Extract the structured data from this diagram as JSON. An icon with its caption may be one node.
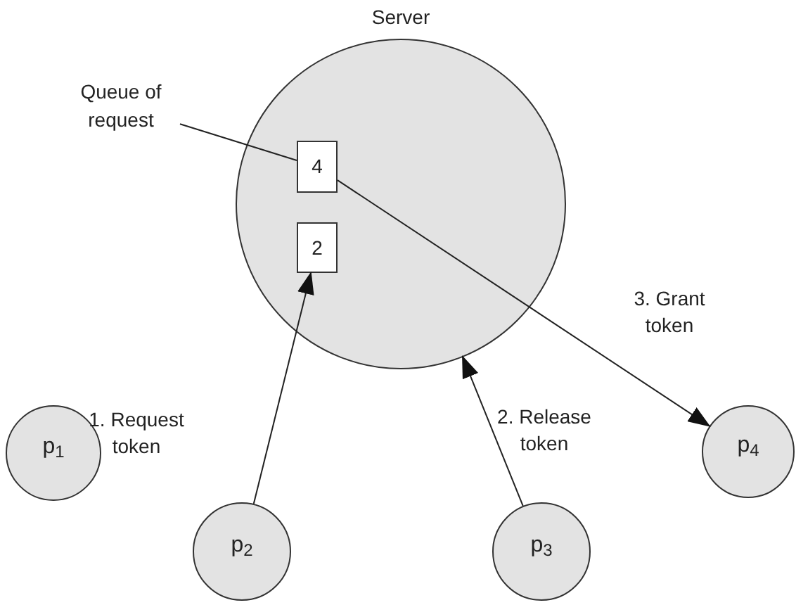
{
  "diagram": {
    "nodes": [
      {
        "text": [
          "Server"
        ]
      },
      {
        "text": [
          "4"
        ],
        "in": 0
      },
      {
        "text": [
          "2"
        ],
        "in": 0
      },
      {
        "text": [
          "Queue of request"
        ]
      },
      {
        "text": [
          "p$_{1}$"
        ]
      },
      {
        "text": [
          "p$_{2}$"
        ]
      },
      {
        "text": [
          "p$_{3}$"
        ]
      },
      {
        "text": [
          "p$_{4}$"
        ]
      }
    ],
    "edges": [
      {
        "from": 3,
        "to": 1,
        "arrow": "none"
      },
      {
        "from": 1,
        "to": 7,
        "arrow": "to",
        "label": "3. Grant token"
      },
      {
        "from": 5,
        "to": 2,
        "arrow": "to",
        "label": "1. Request token"
      },
      {
        "from": 6,
        "to": 0,
        "arrow": "to",
        "label": "2. Release token"
      }
    ]
  }
}
